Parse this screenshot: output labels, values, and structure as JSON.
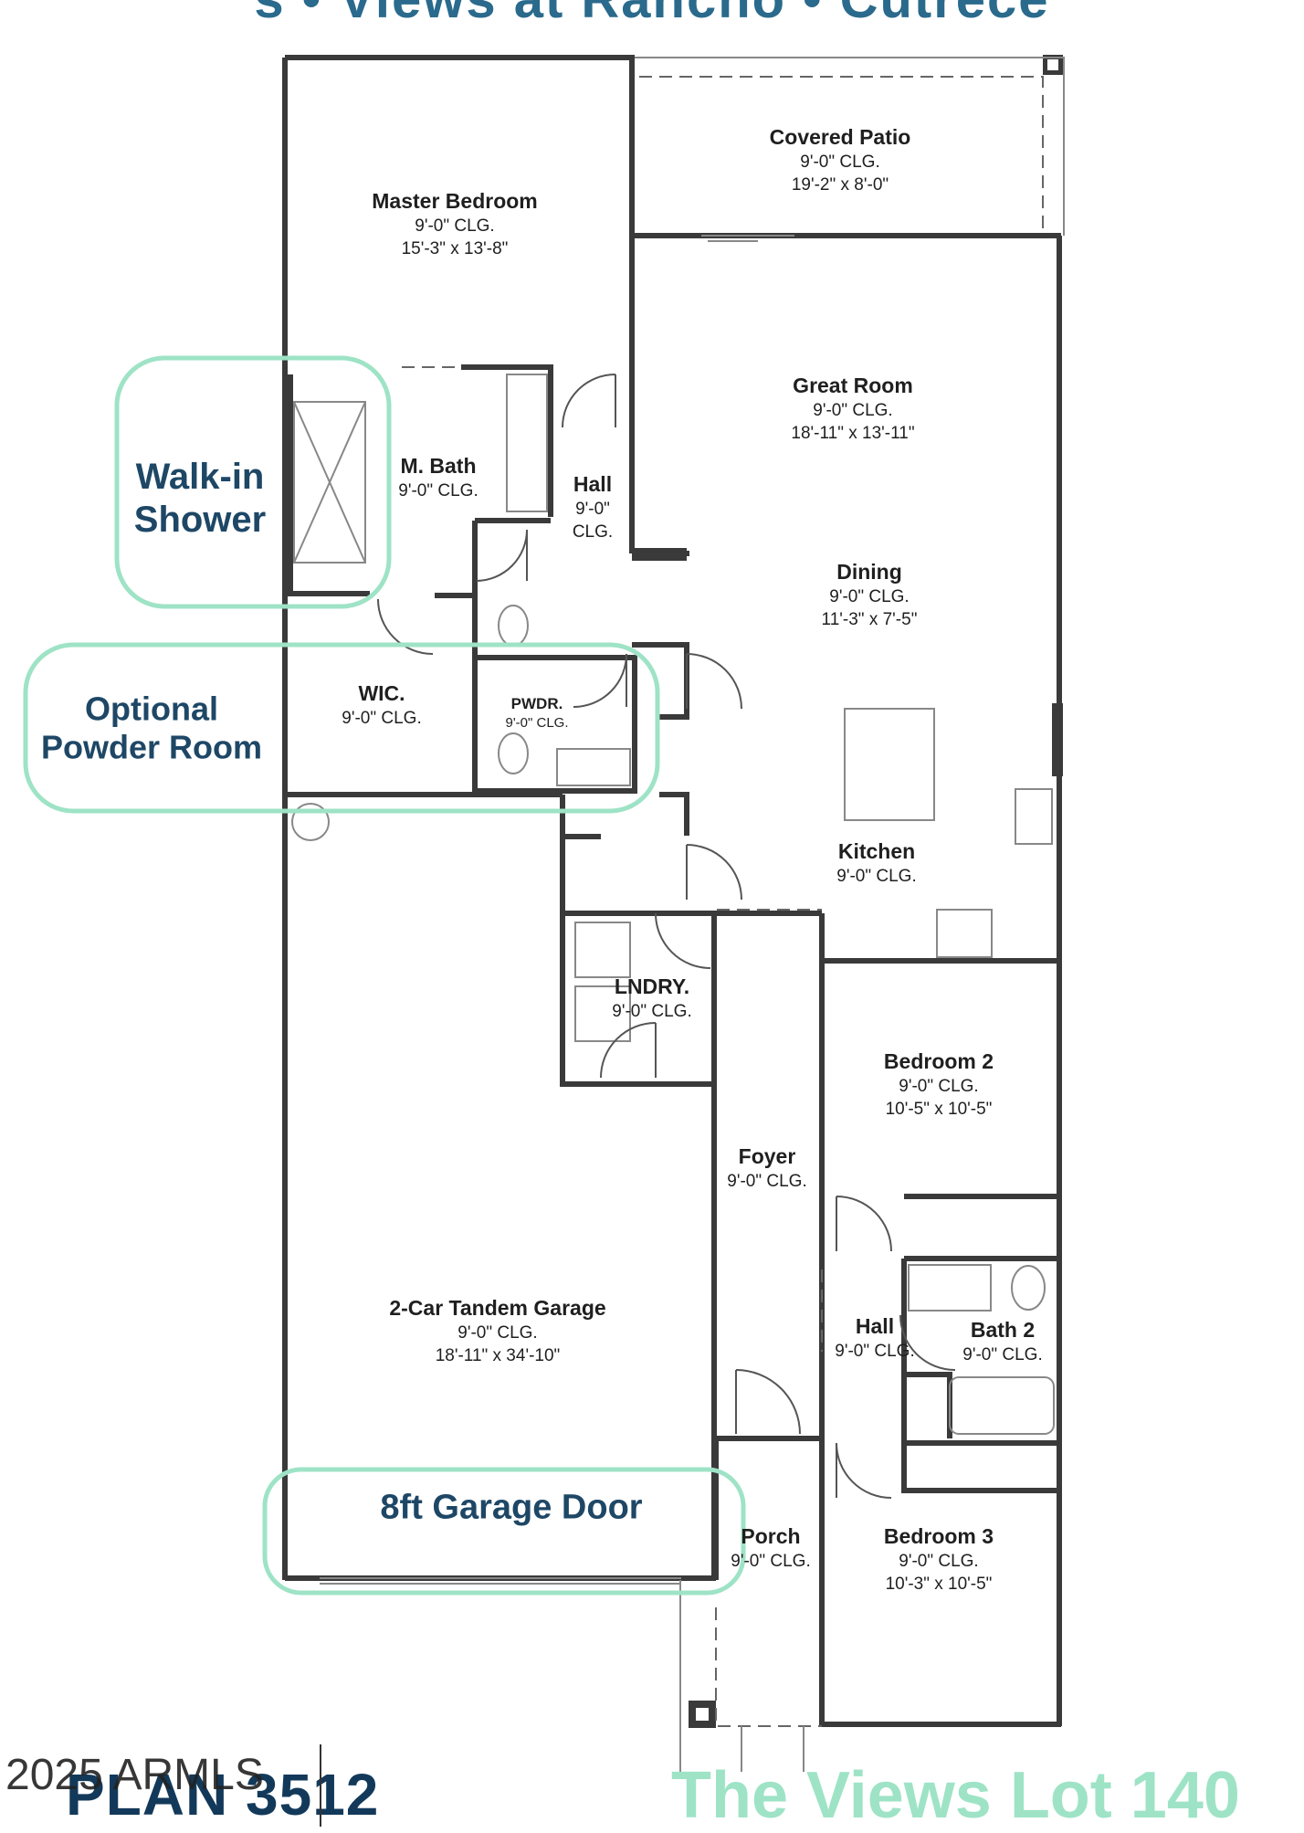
{
  "header_strip": "s • Views at Rancho • Cutrece",
  "rooms": {
    "covered_patio": {
      "name": "Covered Patio",
      "ceiling": "9'-0\" CLG.",
      "dims": "19'-2\" x 8'-0\""
    },
    "master_bedroom": {
      "name": "Master Bedroom",
      "ceiling": "9'-0\" CLG.",
      "dims": "15'-3\" x 13'-8\""
    },
    "great_room": {
      "name": "Great Room",
      "ceiling": "9'-0\" CLG.",
      "dims": "18'-11\" x 13'-11\""
    },
    "m_bath": {
      "name": "M. Bath",
      "ceiling": "9'-0\" CLG."
    },
    "hall_upper": {
      "name": "Hall",
      "ceiling_line1": "9'-0\"",
      "ceiling_line2": "CLG."
    },
    "dining": {
      "name": "Dining",
      "ceiling": "9'-0\" CLG.",
      "dims": "11'-3\" x 7'-5\""
    },
    "wic": {
      "name": "WIC.",
      "ceiling": "9'-0\" CLG."
    },
    "pwdr": {
      "name": "PWDR.",
      "ceiling": "9'-0\" CLG."
    },
    "kitchen": {
      "name": "Kitchen",
      "ceiling": "9'-0\" CLG."
    },
    "lndry": {
      "name": "LNDRY.",
      "ceiling": "9'-0\" CLG."
    },
    "bedroom_2": {
      "name": "Bedroom 2",
      "ceiling": "9'-0\" CLG.",
      "dims": "10'-5\" x 10'-5\""
    },
    "foyer": {
      "name": "Foyer",
      "ceiling": "9'-0\" CLG."
    },
    "garage": {
      "name": "2-Car Tandem Garage",
      "ceiling": "9'-0\" CLG.",
      "dims": "18'-11\" x 34'-10\""
    },
    "hall_lower": {
      "name": "Hall",
      "ceiling": "9'-0\" CLG."
    },
    "bath_2": {
      "name": "Bath 2",
      "ceiling": "9'-0\" CLG."
    },
    "porch": {
      "name": "Porch",
      "ceiling": "9'-0\" CLG."
    },
    "bedroom_3": {
      "name": "Bedroom 3",
      "ceiling": "9'-0\" CLG.",
      "dims": "10'-3\" x 10'-5\""
    }
  },
  "callouts": {
    "walk_in_shower": {
      "line1": "Walk-in",
      "line2": "Shower"
    },
    "powder_room": {
      "line1": "Optional",
      "line2": "Powder Room"
    },
    "garage_door": {
      "text": "8ft Garage Door"
    }
  },
  "footer": {
    "plan": "PLAN 3512",
    "lot": "The Views Lot 140",
    "watermark": "2025 ARMLS"
  },
  "colors": {
    "wall": "#3a3a3a",
    "callout_outline": "#9ee3c6",
    "callout_text": "#1e4766",
    "plan_text": "#13395a",
    "lot_text": "#9ee3c6"
  }
}
